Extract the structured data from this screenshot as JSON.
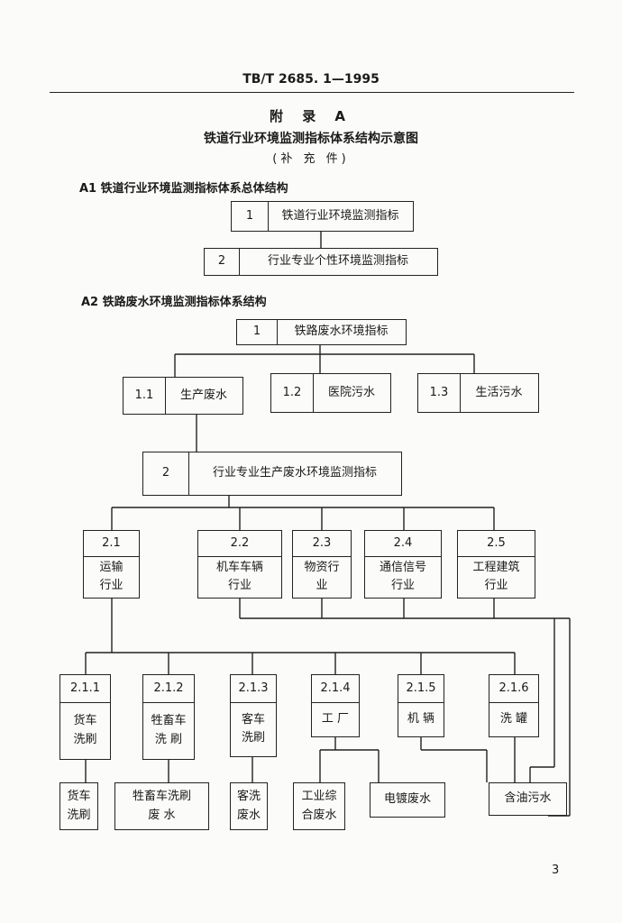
{
  "header": {
    "std_code": "TB/T 2685. 1—1995",
    "appendix": "附 录 A",
    "title": "铁道行业环境监测指标体系结构示意图",
    "subtitle": "(补 充 件)"
  },
  "section_a1": {
    "heading": "A1  铁道行业环境监测指标体系总体结构",
    "boxes": [
      {
        "num": "1",
        "label": "铁道行业环境监测指标"
      },
      {
        "num": "2",
        "label": "行业专业个性环境监测指标"
      }
    ]
  },
  "section_a2": {
    "heading": "A2  铁路废水环境监测指标体系结构",
    "root": {
      "num": "1",
      "label": "铁路废水环境指标"
    },
    "level1": [
      {
        "num": "1.1",
        "label": "生产废水"
      },
      {
        "num": "1.2",
        "label": "医院污水"
      },
      {
        "num": "1.3",
        "label": "生活污水"
      }
    ],
    "level2": {
      "num": "2",
      "label": "行业专业生产废水环境监测指标"
    },
    "level3": [
      {
        "num": "2.1",
        "label": "运输行业"
      },
      {
        "num": "2.2",
        "label": "机车车辆行业"
      },
      {
        "num": "2.3",
        "label": "物资行业"
      },
      {
        "num": "2.4",
        "label": "通信信号行业"
      },
      {
        "num": "2.5",
        "label": "工程建筑行业"
      }
    ],
    "level4": [
      {
        "num": "2.1.1",
        "label": "货车洗刷"
      },
      {
        "num": "2.1.2",
        "label": "牲畜车洗 刷"
      },
      {
        "num": "2.1.3",
        "label": "客车洗刷"
      },
      {
        "num": "2.1.4",
        "label": "工 厂"
      },
      {
        "num": "2.1.5",
        "label": "机 辆"
      },
      {
        "num": "2.1.6",
        "label": "洗 罐"
      }
    ],
    "leaves": [
      {
        "label": "货车洗刷"
      },
      {
        "label": "牲畜车洗刷 废 水"
      },
      {
        "label": "客洗废水"
      },
      {
        "label": "工业综合废水"
      },
      {
        "label": "电镀废水"
      },
      {
        "label": "含油污水"
      }
    ]
  },
  "page_number": "3"
}
